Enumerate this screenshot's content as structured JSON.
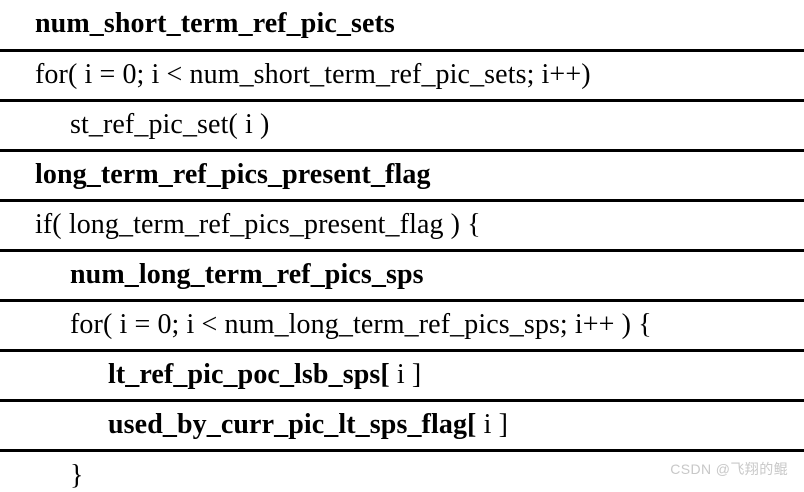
{
  "document": {
    "type": "syntax-table",
    "title": "HEVC SPS short-term / long-term reference picture syntax",
    "font_color": "#000000",
    "background_color": "#ffffff",
    "rule_color": "#000000"
  },
  "rows": [
    {
      "id": "row-num-short-term-ref-pic-sets",
      "indent": 0,
      "style": "bold",
      "text": "num_short_term_ref_pic_sets",
      "suffix": ""
    },
    {
      "id": "row-for-short-term",
      "indent": 0,
      "style": "normal",
      "text": "for( i = 0; i < num_short_term_ref_pic_sets; i++)",
      "suffix": ""
    },
    {
      "id": "row-st-ref-pic-set",
      "indent": 1,
      "style": "normal",
      "text": "st_ref_pic_set( i )",
      "suffix": ""
    },
    {
      "id": "row-long-term-ref-pics-present-flag",
      "indent": 0,
      "style": "bold",
      "text": "long_term_ref_pics_present_flag",
      "suffix": ""
    },
    {
      "id": "row-if-long-term-ref-pics-present-flag",
      "indent": 0,
      "style": "normal",
      "text": "if( long_term_ref_pics_present_flag ) {",
      "suffix": ""
    },
    {
      "id": "row-num-long-term-ref-pics-sps",
      "indent": 1,
      "style": "bold",
      "text": "num_long_term_ref_pics_sps",
      "suffix": ""
    },
    {
      "id": "row-for-long-term",
      "indent": 1,
      "style": "normal",
      "text": "for( i = 0; i < num_long_term_ref_pics_sps; i++ ) {",
      "suffix": ""
    },
    {
      "id": "row-lt-ref-pic-poc-lsb-sps",
      "indent": 2,
      "style": "bold",
      "text": "lt_ref_pic_poc_lsb_sps[",
      "suffix": " i ]"
    },
    {
      "id": "row-used-by-curr-pic-lt-sps-flag",
      "indent": 2,
      "style": "bold",
      "text": "used_by_curr_pic_lt_sps_flag[",
      "suffix": " i ]"
    },
    {
      "id": "row-close-brace",
      "indent": 1,
      "style": "normal",
      "text": "}",
      "suffix": ""
    }
  ],
  "watermark": {
    "text": "CSDN @飞翔的鲲",
    "color": "#c8c8c8"
  }
}
